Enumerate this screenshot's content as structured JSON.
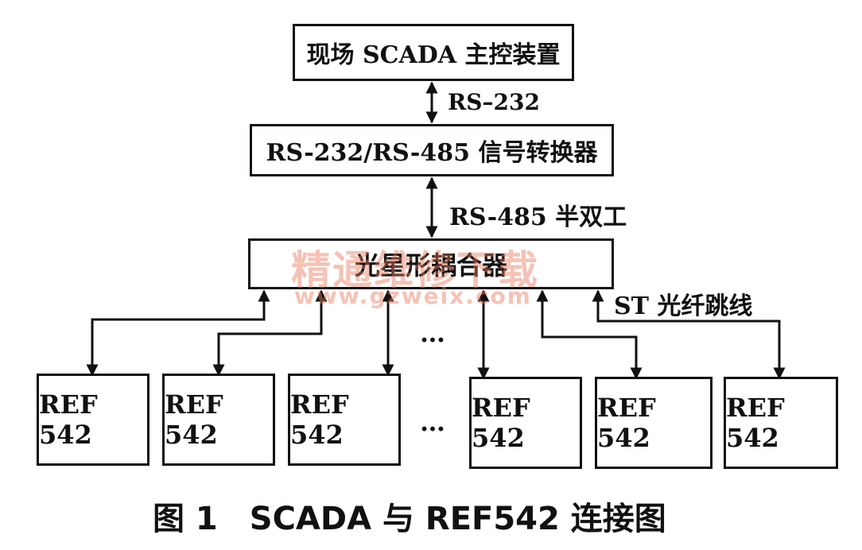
{
  "diagram": {
    "master": "现场 SCADA 主控装置",
    "link1": "RS–232",
    "converter": "RS-232/RS-485 信号转换器",
    "link2": "RS-485 半双工",
    "coupler": "光星形耦合器",
    "fiber_label": "ST 光纤跳线",
    "ellipsis": "…",
    "devices": [
      "REF 542",
      "REF 542",
      "REF 542",
      "REF 542",
      "REF 542",
      "REF 542"
    ]
  },
  "watermark": {
    "line1": "精通维修下载",
    "line2": "www.gzweix.com"
  },
  "caption": "图 1　SCADA 与 REF542 连接图"
}
